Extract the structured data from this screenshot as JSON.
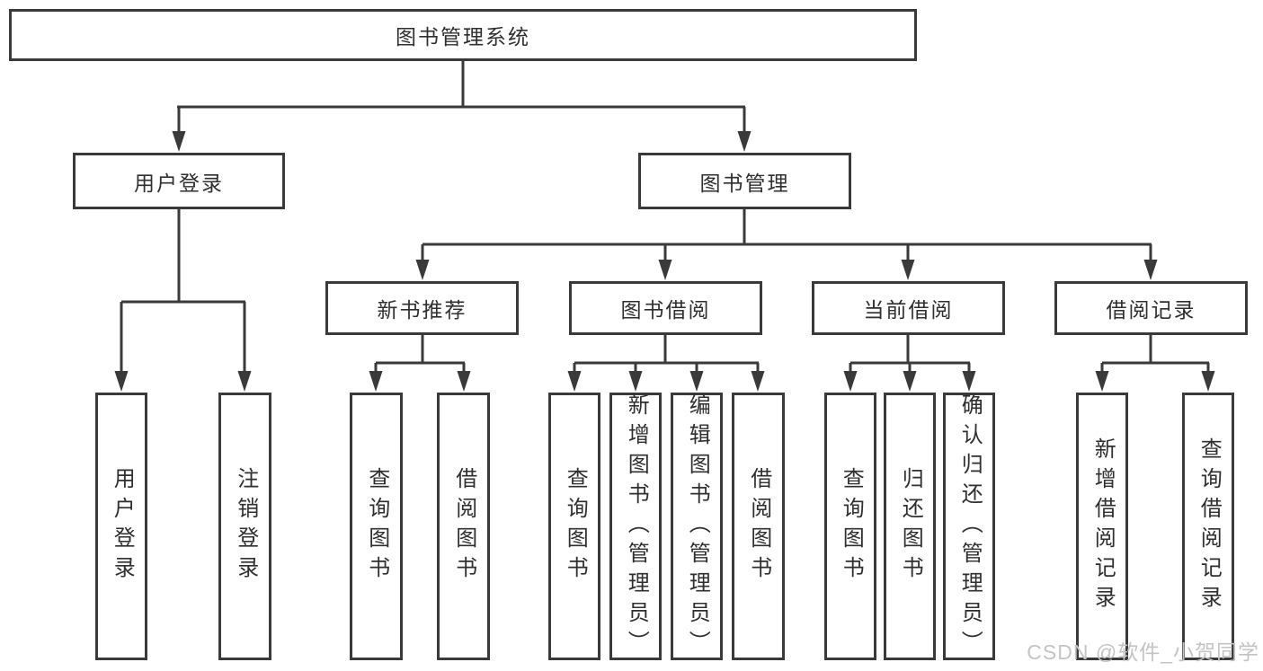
{
  "diagram": {
    "type": "hierarchy-tree",
    "root": {
      "label": "图书管理系统",
      "children": [
        {
          "label": "用户登录",
          "children": [
            {
              "label": "用户登录"
            },
            {
              "label": "注销登录"
            }
          ]
        },
        {
          "label": "图书管理",
          "children": [
            {
              "label": "新书推荐",
              "children": [
                {
                  "label": "查询图书"
                },
                {
                  "label": "借阅图书"
                }
              ]
            },
            {
              "label": "图书借阅",
              "children": [
                {
                  "label": "查询图书"
                },
                {
                  "label": "新增图书（管理员）"
                },
                {
                  "label": "编辑图书（管理员）"
                },
                {
                  "label": "借阅图书"
                }
              ]
            },
            {
              "label": "当前借阅",
              "children": [
                {
                  "label": "查询图书"
                },
                {
                  "label": "归还图书"
                },
                {
                  "label": "确认归还（管理员）"
                }
              ]
            },
            {
              "label": "借阅记录",
              "children": [
                {
                  "label": "新增借阅记录"
                },
                {
                  "label": "查询借阅记录"
                }
              ]
            }
          ]
        }
      ]
    },
    "watermark": "CSDN @软件_小贺同学",
    "colors": {
      "line": "#3a3a3a",
      "text": "#2f2f2f",
      "watermark": "#c4c4c4",
      "background": "#ffffff"
    }
  }
}
